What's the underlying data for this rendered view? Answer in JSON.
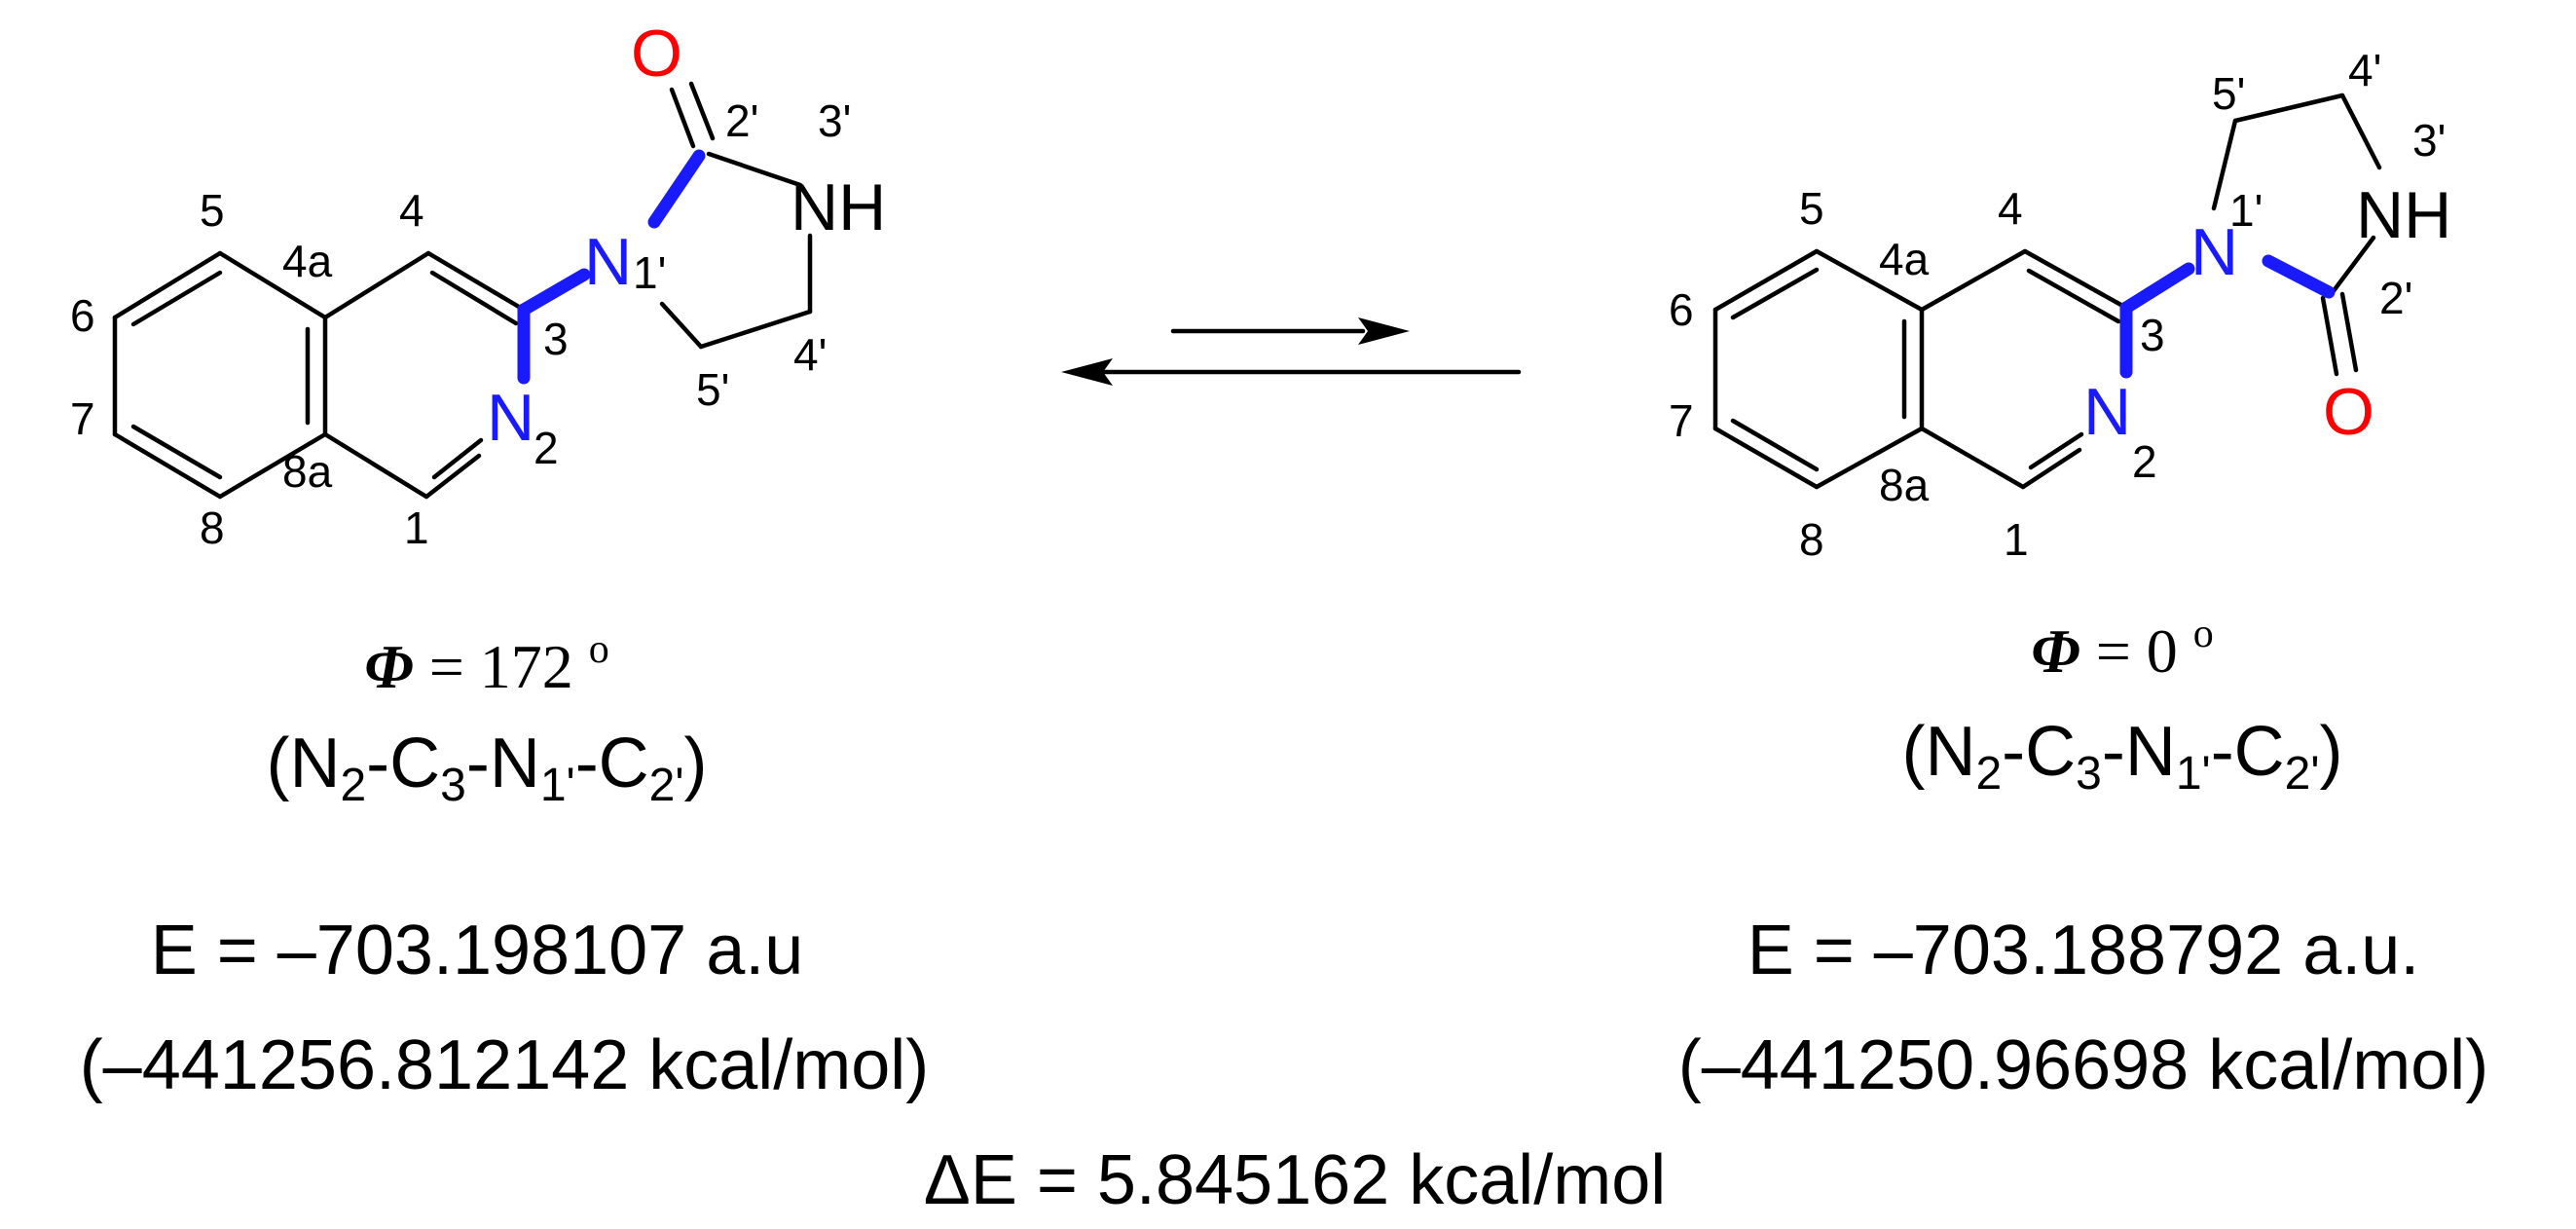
{
  "colors": {
    "bond": "#000000",
    "nitrogen": "#1a1aff",
    "oxygen": "#ff0000",
    "highlight_bond": "#1a1aff"
  },
  "left": {
    "atoms": {
      "O": "O",
      "N1": "N",
      "N1_label": "1'",
      "NH": "NH",
      "N2": "N",
      "N2_sub": "2"
    },
    "positions": {
      "p5": "5",
      "p4": "4",
      "p4a": "4a",
      "p6": "6",
      "p7": "7",
      "p8": "8",
      "p8a": "8a",
      "p1": "1",
      "p3": "3",
      "p2p": "2'",
      "p3p": "3'",
      "p4p": "4'",
      "p5p": "5'"
    },
    "phi_symbol": "Φ",
    "phi_value": "= 172",
    "phi_unit": "o",
    "dihedral": {
      "open": "(",
      "N": "N",
      "N_sub": "2",
      "C3": "-C",
      "C3_sub": "3",
      "N1": "-N",
      "N1_sub": "1'",
      "C2": "-C",
      "C2_sub": "2'",
      "close": ")"
    },
    "energy_au": "E = –703.198107 a.u",
    "energy_kcal": "(–441256.812142 kcal/mol)"
  },
  "right": {
    "atoms": {
      "O": "O",
      "N1": "N",
      "N1_label": "1'",
      "NH": "NH",
      "N2": "N",
      "N2_sub": "2"
    },
    "positions": {
      "p5": "5",
      "p4": "4",
      "p4a": "4a",
      "p6": "6",
      "p7": "7",
      "p8": "8",
      "p8a": "8a",
      "p1": "1",
      "p3": "3",
      "p2p": "2'",
      "p3p": "3'",
      "p4p": "4'",
      "p5p": "5'"
    },
    "phi_symbol": "Φ",
    "phi_value": "= 0",
    "phi_unit": "o",
    "dihedral": {
      "open": "(",
      "N": "N",
      "N_sub": "2",
      "C3": "-C",
      "C3_sub": "3",
      "N1": "-N",
      "N1_sub": "1'",
      "C2": "-C",
      "C2_sub": "2'",
      "close": ")"
    },
    "energy_au": "E = –703.188792 a.u.",
    "energy_kcal": "(–441250.96698 kcal/mol)"
  },
  "delta": {
    "symbol": "Δ",
    "text": "E = 5.845162 kcal/mol"
  }
}
